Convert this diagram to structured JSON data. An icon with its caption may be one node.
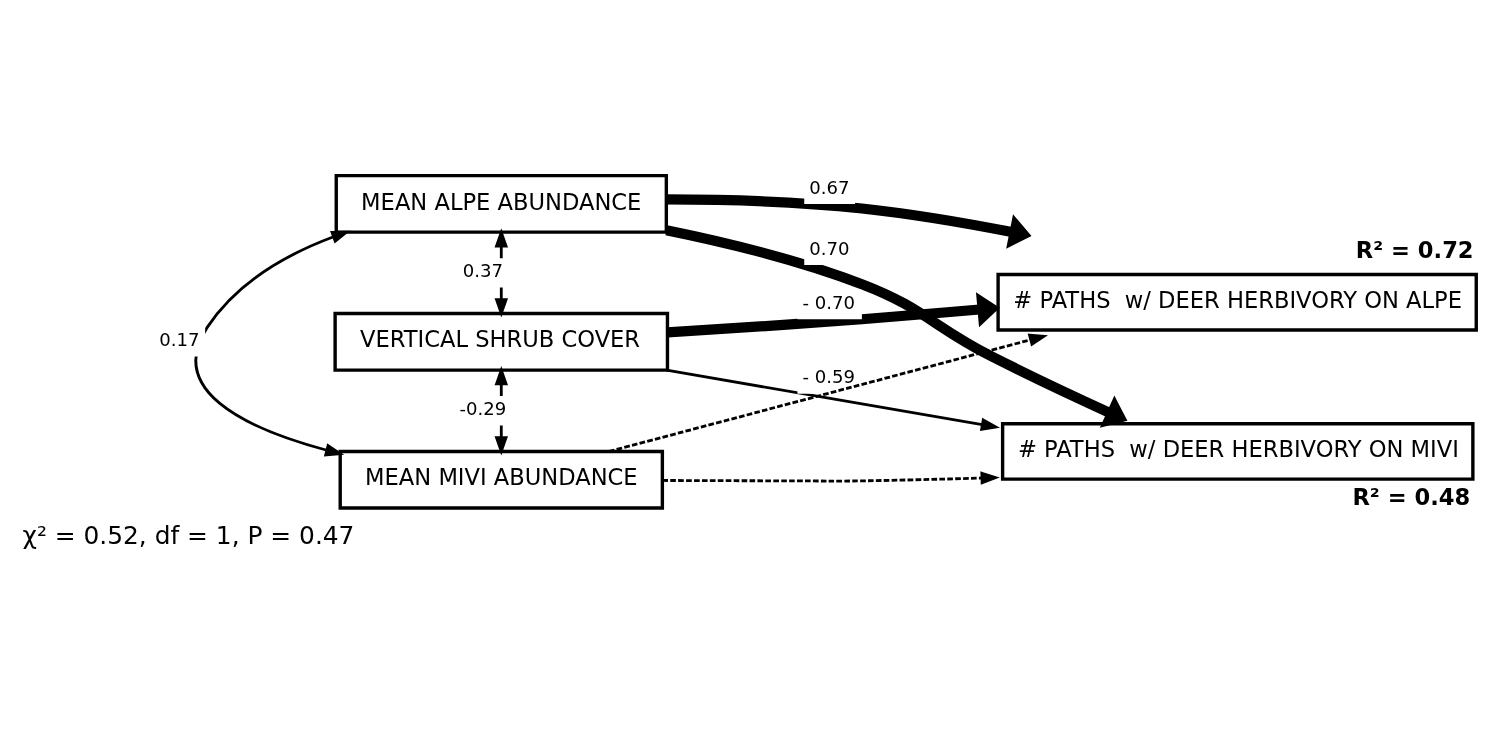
{
  "diagram": {
    "caption": "χ² = 0.52, df = 1, P = 0.47",
    "nodes": [
      {
        "text": [
          "MEAN ALPE ABUNDANCE"
        ]
      },
      {
        "text": [
          "VERTICAL SHRUB COVER"
        ]
      },
      {
        "text": [
          "MEAN MIVI ABUNDANCE"
        ]
      },
      {
        "text": [
          "# PATHS  w/ DEER HERBIVORY ON ALPE"
        ],
        "beside": [
          "R² = 0.72"
        ]
      },
      {
        "text": [
          "# PATHS  w/ DEER HERBIVORY ON MIVI"
        ],
        "beside": [
          "R² = 0.48"
        ]
      }
    ],
    "edges": [
      {
        "from": 0,
        "to": 3,
        "arrow": "to",
        "label": "0.67",
        "style": "thick"
      },
      {
        "from": 0,
        "to": 4,
        "arrow": "to",
        "label": "0.70",
        "style": "thick"
      },
      {
        "from": 1,
        "to": 3,
        "arrow": "to",
        "label": "- 0.70",
        "style": "thick"
      },
      {
        "from": 2,
        "to": 3,
        "arrow": "to",
        "style": "dashed"
      },
      {
        "from": 1,
        "to": 4,
        "arrow": "to",
        "label": "- 0.59"
      },
      {
        "from": 2,
        "to": 4,
        "arrow": "to",
        "style": "dashed"
      },
      {
        "from": 0,
        "to": 1,
        "arrow": "both",
        "label": "0.37"
      },
      {
        "from": 1,
        "to": 2,
        "arrow": "both",
        "label": "-0.29"
      },
      {
        "from": 0,
        "to": 2,
        "arrow": "both",
        "label": "0.17"
      }
    ]
  }
}
